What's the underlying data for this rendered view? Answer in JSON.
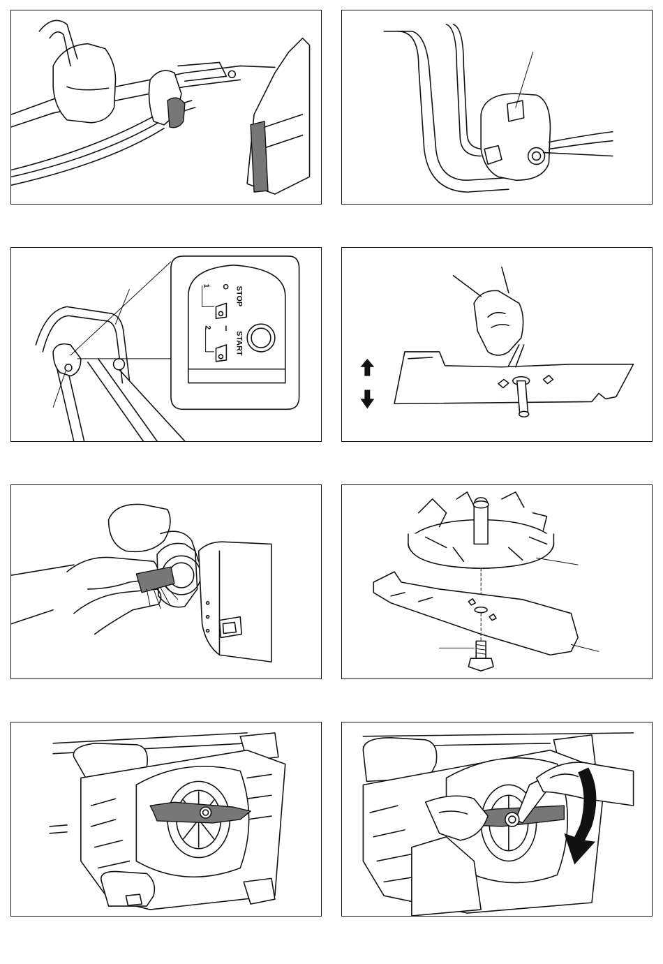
{
  "switch_panel": {
    "stop_label": "STOP",
    "start_label": "START",
    "on_symbol": "I",
    "off_symbol": "O",
    "step_1": "1",
    "step_2": "2"
  },
  "icons": {
    "arrow_up": "up-arrow-icon",
    "arrow_down": "down-arrow-icon",
    "rotation_arrow": "curved-arrow-icon"
  }
}
